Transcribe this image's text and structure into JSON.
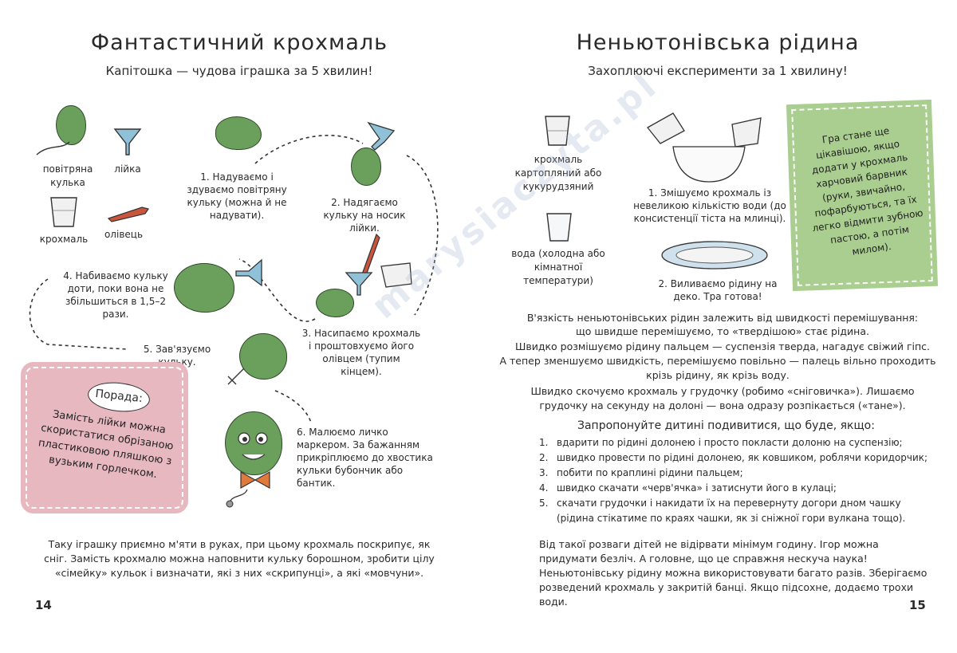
{
  "left": {
    "title": "Фантастичний крохмаль",
    "subtitle": "Капітошка — чудова іграшка за 5 хвилин!",
    "materials": {
      "balloon": "повітряна кулька",
      "funnel": "лійка",
      "starch": "крохмаль",
      "pencil": "олівець"
    },
    "steps": {
      "s1": "1. Надуваємо і здуваємо повітряну кульку (можна й не надувати).",
      "s2": "2. Надягаємо кульку на носик лійки.",
      "s3": "3. Насипаємо крохмаль і проштовхуємо його олівцем (тупим кінцем).",
      "s4": "4. Набиваємо кульку доти, поки вона не збільшиться в 1,5–2 рази.",
      "s5": "5. Зав'язуємо кульку.",
      "s6": "6. Малюємо личко маркером. За бажанням прикріплюємо до хвостика кульки бубончик або бантик."
    },
    "tip": {
      "heading": "Порада:",
      "text": "Замість лійки можна скористатися обрізаною пластиковою пляшкою з вузьким горлечком."
    },
    "bottom": "Таку іграшку приємно м'яти в руках, при цьому крохмаль поскрипує, як сніг. Замість крохмалю можна наповнити кульку борошном, зробити цілу «сімейку» кульок і визначати, які з них «скрипунці», а які «мовчуни».",
    "page_number": "14"
  },
  "right": {
    "title": "Неньютонівська рідина",
    "subtitle": "Захоплюючі експерименти за 1 хвилину!",
    "materials": {
      "starch": "крохмаль картопляний або кукурудзяний",
      "water": "вода (холодна або кімнатної температури)"
    },
    "steps": {
      "s1": "1. Змішуємо крохмаль із невеликою кількістю води (до консистенції тіста на млинці).",
      "s2": "2. Виливаємо рідину на деко. Тра готова!"
    },
    "green_note": "Гра стане ще цікавішою, якщо додати у крохмаль харчовий барвник (руки, звичайно, пофарбуються, та їх легко відмити зубною пастою, а потім милом).",
    "explanation": [
      "В'язкість неньютонівських рідин залежить від швидкості перемішування:",
      "що швидше перемішуємо, то «твердішою» стає рідина.",
      "Швидко розмішуємо рідину пальцем — суспензія тверда, нагадує свіжий гіпс.",
      "А тепер зменшуємо швидкість, перемішуємо повільно — палець вільно проходить крізь рідину, як крізь воду.",
      "Швидко скочуємо крохмаль у грудочку (робимо «сніговичка»). Лишаємо грудочку на секунду на долоні — вона одразу розпікається («тане»)."
    ],
    "prompt": "Запропонуйте дитині подивитися, що буде, якщо:",
    "list": [
      {
        "n": "1.",
        "text": "вдарити по рідині долонею і просто покласти долоню на суспензію;"
      },
      {
        "n": "2.",
        "text": "швидко провести по рідині долонею, як ковшиком, роблячи коридорчик;"
      },
      {
        "n": "3.",
        "text": "побити по краплині рідини пальцем;"
      },
      {
        "n": "4.",
        "text": "швидко скачати «черв'ячка» і затиснути його в кулаці;"
      },
      {
        "n": "5.",
        "text": "скачати грудочки і накидати їх на перевернуту догори дном чашку (рідина стікатиме по краях чашки, як зі сніжної гори вулкана тощо)."
      }
    ],
    "bottom": "Від такої розваги дітей не відірвати мінімум годину. Ігор можна придумати безліч. А головне, що це справжня нескуча наука! Неньютонівську рідину можна використовувати багато разів. Зберігаємо розведений крохмаль у закритій банці. Якщо підсохне, додаємо трохи води.",
    "page_number": "15"
  },
  "watermark": "marysiaczyta.pl",
  "colors": {
    "balloon_green": "#6a9f5c",
    "tip_pink": "#e8b8c1",
    "note_green": "#a9ce8f",
    "ink": "#2a2a2a"
  }
}
